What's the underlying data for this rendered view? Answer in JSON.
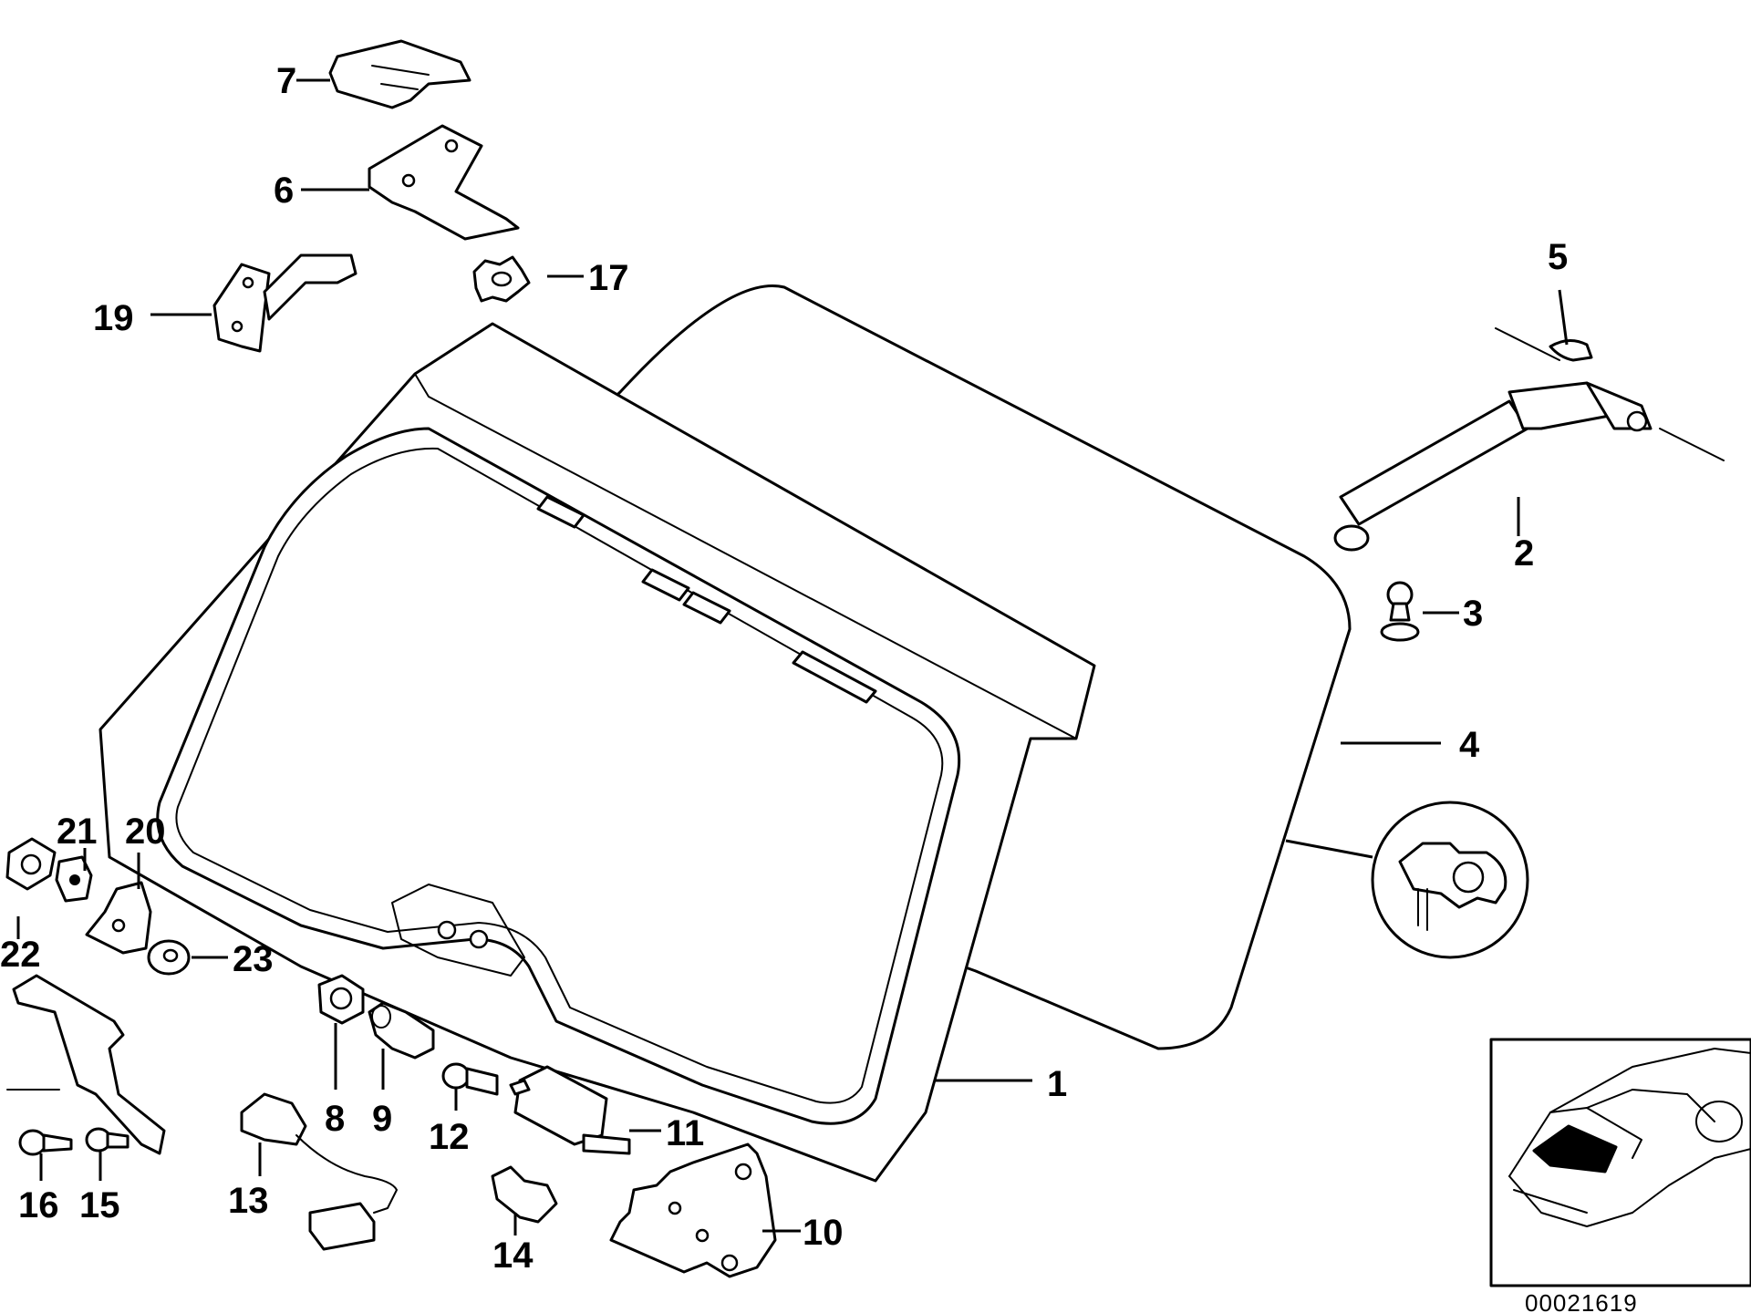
{
  "diagram": {
    "callouts": [
      {
        "id": "c1",
        "label": "1"
      },
      {
        "id": "c2",
        "label": "2"
      },
      {
        "id": "c3",
        "label": "3"
      },
      {
        "id": "c4",
        "label": "4"
      },
      {
        "id": "c5",
        "label": "5"
      },
      {
        "id": "c6",
        "label": "6"
      },
      {
        "id": "c7",
        "label": "7"
      },
      {
        "id": "c8",
        "label": "8"
      },
      {
        "id": "c9",
        "label": "9"
      },
      {
        "id": "c10",
        "label": "10"
      },
      {
        "id": "c11",
        "label": "11"
      },
      {
        "id": "c12",
        "label": "12"
      },
      {
        "id": "c13",
        "label": "13"
      },
      {
        "id": "c14",
        "label": "14"
      },
      {
        "id": "c15",
        "label": "15"
      },
      {
        "id": "c16",
        "label": "16"
      },
      {
        "id": "c17",
        "label": "17"
      },
      {
        "id": "c19",
        "label": "19"
      },
      {
        "id": "c20",
        "label": "20"
      },
      {
        "id": "c21",
        "label": "21"
      },
      {
        "id": "c22",
        "label": "22"
      },
      {
        "id": "c23",
        "label": "23"
      }
    ],
    "reference_number": "00021619"
  }
}
